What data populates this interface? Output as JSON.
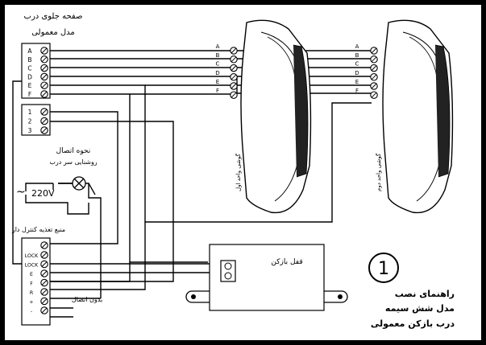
{
  "panel_top": {
    "title": "صفحه جلوی درب",
    "subtitle": "مدل معمولی",
    "terminals_a": [
      "A",
      "B",
      "C",
      "D",
      "E",
      "F"
    ],
    "terminals_b": [
      "1",
      "2",
      "3"
    ]
  },
  "lamp": {
    "title": "نحوه اتصال",
    "subtitle": "روشنایی سر درب",
    "voltage": "220V"
  },
  "psu": {
    "title": "منبع تغذیه کنترل دار",
    "terminals": [
      "LOCK",
      "LOCK",
      "E",
      "F",
      "R",
      "+",
      "-"
    ],
    "note": "بدون اتصال"
  },
  "phone1": {
    "label": "گوشی واحد اول",
    "terminals": [
      "A",
      "B",
      "C",
      "D",
      "E",
      "F"
    ]
  },
  "phone2": {
    "label": "گوشی واحد دوم",
    "terminals": [
      "A",
      "B",
      "C",
      "D",
      "E",
      "F"
    ]
  },
  "lock": {
    "label": "قفل بازکن"
  },
  "badge": "1",
  "guide": {
    "line1": "راهنمای نصب",
    "line2": "مدل شش سیمه",
    "line3": "درب بازکن معمولی"
  }
}
